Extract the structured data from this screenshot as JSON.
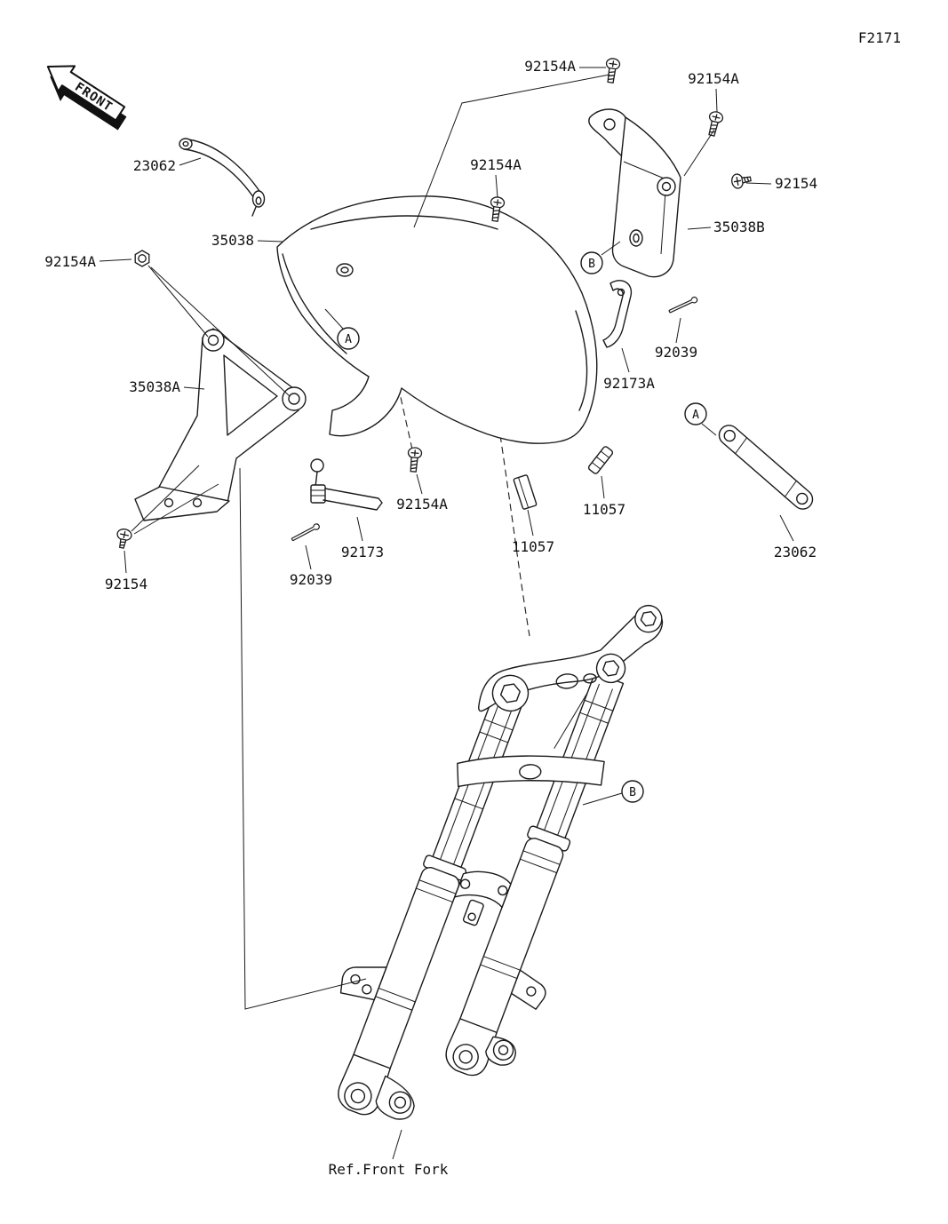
{
  "figure": {
    "code": "F2171",
    "front_label": "FRONT",
    "ref_label": "Ref.Front Fork"
  },
  "callouts": {
    "a": "A",
    "b": "B"
  },
  "parts": {
    "screw_small_top": "92154A",
    "screw_small_upper_right": "92154A",
    "screw_small_mid_top": "92154A",
    "screw_small_left_nut": "92154A",
    "screw_small_center": "92154A",
    "screw_flat_right": "92154",
    "screw_flat_lower_left": "92154",
    "stay_upper_left": "23062",
    "stay_right": "23062",
    "fender": "35038",
    "bracket_left": "35038A",
    "bracket_right": "35038B",
    "pin_upper_right": "92039",
    "pin_lower_left": "92039",
    "band_upper_right": "92173A",
    "band_lower_left": "92173",
    "damper_center": "11057",
    "damper_right": "11057"
  }
}
